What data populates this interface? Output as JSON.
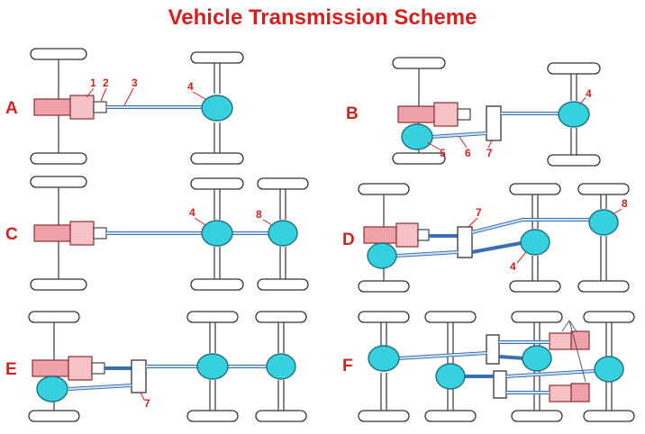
{
  "title": "Vehicle Transmission Scheme",
  "schemes": {
    "A": {
      "label": "A",
      "parts": [
        "1",
        "2",
        "3",
        "4"
      ]
    },
    "B": {
      "label": "B",
      "parts": [
        "4",
        "5",
        "6",
        "7"
      ]
    },
    "C": {
      "label": "C",
      "parts": [
        "4",
        "8"
      ]
    },
    "D": {
      "label": "D",
      "parts": [
        "7",
        "8",
        "4"
      ]
    },
    "E": {
      "label": "E",
      "parts": [
        "7"
      ]
    },
    "F": {
      "label": "F",
      "parts": []
    }
  },
  "colors": {
    "title": "#d62020",
    "engine": "#f0a0a8",
    "differential": "#37d0de",
    "shaft": "#3a6fb0"
  }
}
